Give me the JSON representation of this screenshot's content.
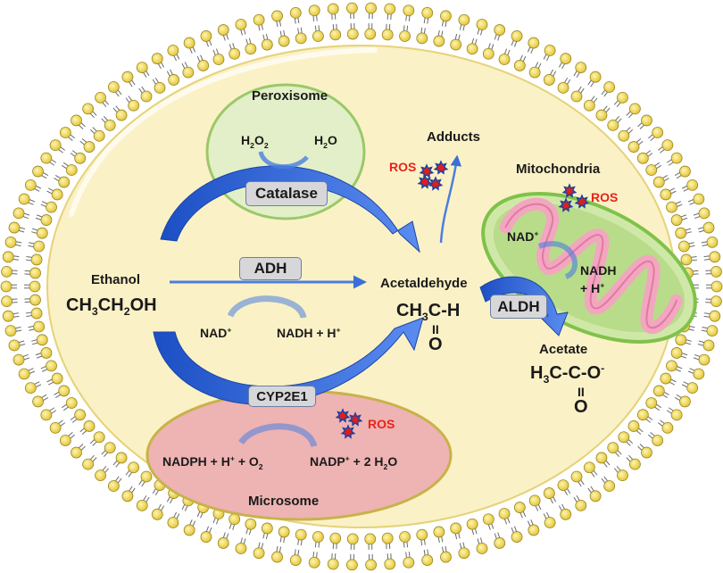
{
  "organelles": {
    "peroxisome": "Peroxisome",
    "mitochondria": "Mitochondria",
    "microsome": "Microsome"
  },
  "enzymes": {
    "catalase": "Catalase",
    "adh": "ADH",
    "cyp2e1": "CYP2E1",
    "aldh": "ALDH"
  },
  "compounds": {
    "ethanol": "Ethanol",
    "ethanol_formula": "CH3CH2OH",
    "acetaldehyde": "Acetaldehyde",
    "acetaldehyde_formula": "CH3C-H",
    "acetaldehyde_oxygen": "O",
    "acetate": "Acetate",
    "acetate_formula": "H3C-C-O-",
    "acetate_oxygen": "O",
    "adducts": "Adducts"
  },
  "cofactors": {
    "h2o2": "H2O2",
    "h2o": "H2O",
    "nad": "NAD+",
    "nadh_h": "NADH + H+",
    "mito_nad": "NAD+",
    "mito_nadh": "NADH",
    "mito_h": "+ H+",
    "nadph": "NADPH + H+ + O2",
    "nadp": "NADP+ + 2 H2O"
  },
  "ros": {
    "top": "ROS",
    "mitochondria": "ROS",
    "microsome": "ROS"
  },
  "colors": {
    "cytoplasm": "#fbf1c6",
    "membrane_head": "#f2dc4f",
    "peroxisome_fill": "#e3efc8",
    "peroxisome_border": "#9bc86a",
    "mitochondria_fill": "#cfe8a8",
    "mitochondria_inner": "#f2a6c0",
    "microsome_fill": "#eeb3b3",
    "microsome_border": "#c8b24a",
    "arrow_blue": "#3a6fd6",
    "ros_red": "#e8231b",
    "ros_star": "#d92020"
  }
}
